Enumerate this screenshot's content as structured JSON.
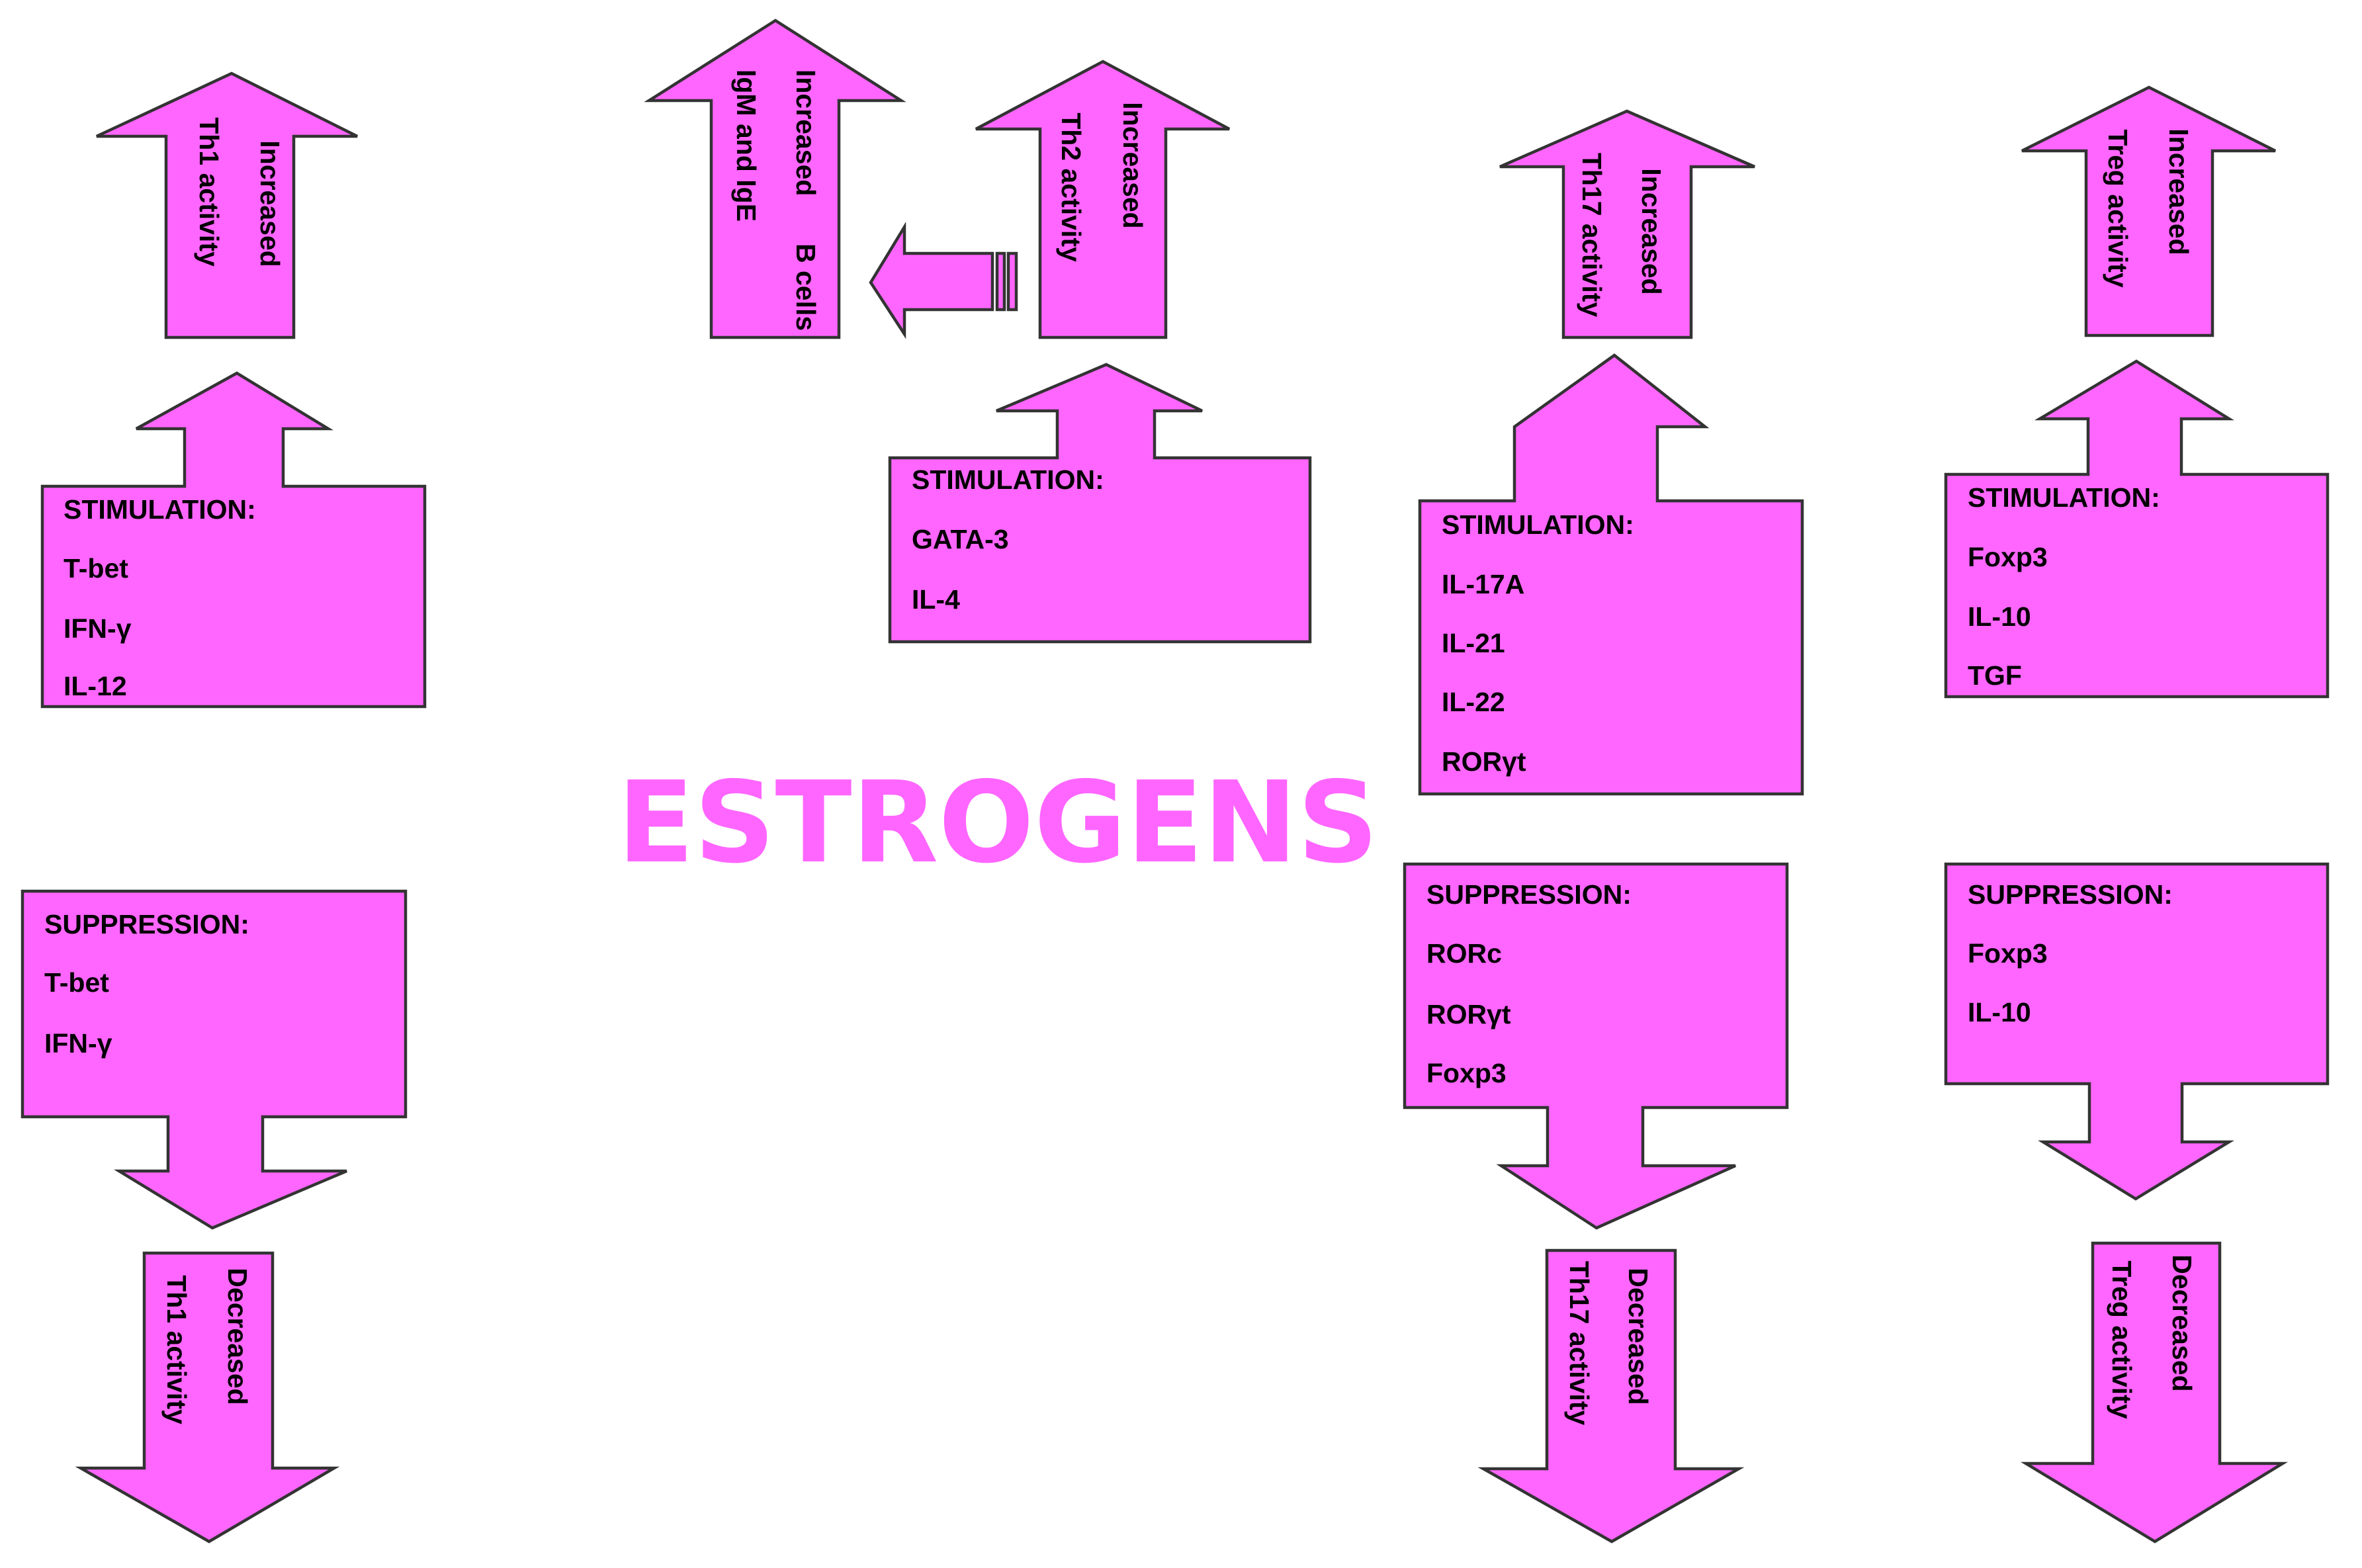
{
  "title": "ESTROGENS",
  "colors": {
    "shape_fill": "#ff66ff",
    "shape_stroke": "#333333",
    "title": "#ff66ff",
    "text": "#000000"
  },
  "th1": {
    "up_line1": "Increased",
    "up_line2": "Th1 activity",
    "stimulation": {
      "heading": "STIMULATION:",
      "items": [
        "T-bet",
        "IFN-γ",
        "IL-12"
      ]
    },
    "suppression": {
      "heading": "SUPPRESSION:",
      "items": [
        "T-bet",
        "IFN-γ"
      ]
    },
    "down_line1": "Decreased",
    "down_line2": "Th1 activity"
  },
  "bcells": {
    "line1a": "Increased",
    "line1b": "B cells",
    "line2": "IgM and IgE"
  },
  "th2": {
    "up_line1": "Increased",
    "up_line2": "Th2 activity",
    "stimulation": {
      "heading": "STIMULATION:",
      "items": [
        "GATA-3",
        "IL-4"
      ]
    }
  },
  "th17": {
    "up_line1": "Increased",
    "up_line2": "Th17 activity",
    "stimulation": {
      "heading": "STIMULATION:",
      "items": [
        "IL-17A",
        "IL-21",
        "IL-22",
        "RORγt"
      ]
    },
    "suppression": {
      "heading": "SUPPRESSION:",
      "items": [
        "RORc",
        "RORγt",
        "Foxp3"
      ]
    },
    "down_line1": "Decreased",
    "down_line2": "Th17 activity"
  },
  "treg": {
    "up_line1": "Increased",
    "up_line2": "Treg activity",
    "stimulation": {
      "heading": "STIMULATION:",
      "items": [
        "Foxp3",
        "IL-10",
        "TGF"
      ]
    },
    "suppression": {
      "heading": "SUPPRESSION:",
      "items": [
        "Foxp3",
        "IL-10"
      ]
    },
    "down_line1": "Decreased",
    "down_line2": "Treg activity"
  }
}
